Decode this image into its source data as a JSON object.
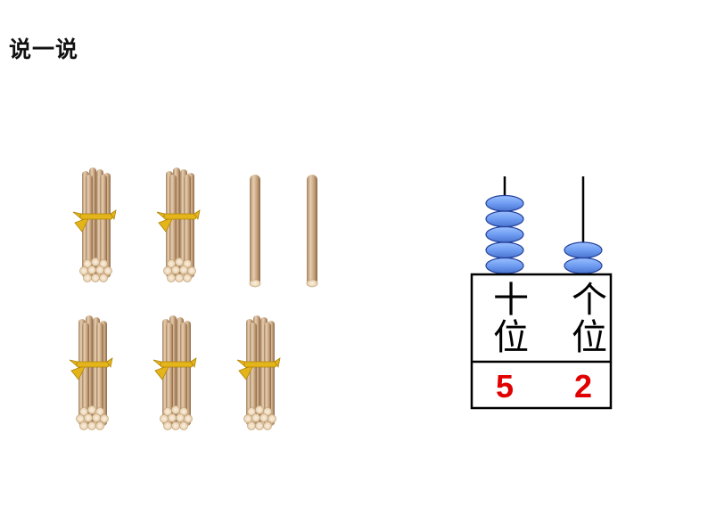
{
  "title": "说一说",
  "abacus": {
    "places": [
      {
        "label": "十位",
        "digit": "5",
        "beads": 5
      },
      {
        "label": "个位",
        "digit": "2",
        "beads": 2
      }
    ]
  },
  "bundles_count": 5,
  "single_sticks_count": 2,
  "colors": {
    "bead": "#6f9df2",
    "bead_stroke": "#23409a",
    "digit": "#e00000",
    "stick": "#c8a680",
    "ribbon": "#e3b51a"
  }
}
